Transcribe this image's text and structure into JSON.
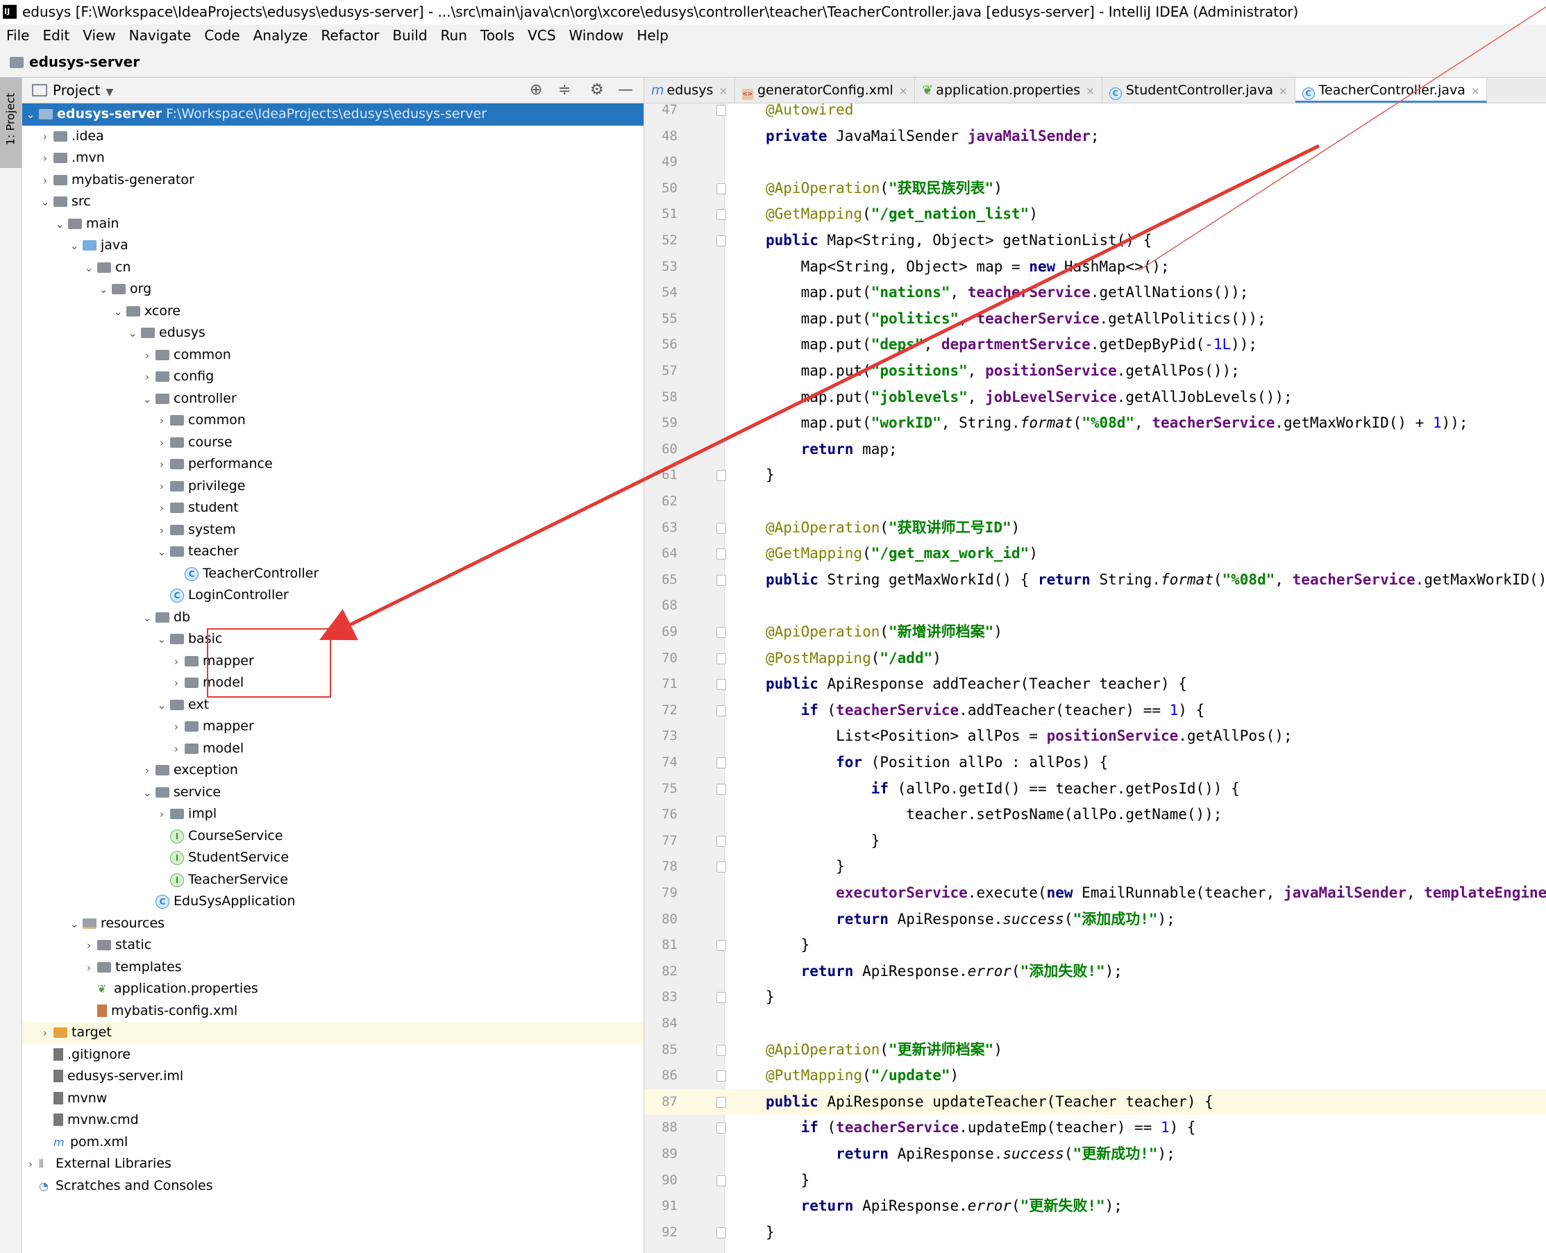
{
  "window": {
    "title": "edusys [F:\\Workspace\\IdeaProjects\\edusys\\edusys-server] - ...\\src\\main\\java\\cn\\org\\xcore\\edusys\\controller\\teacher\\TeacherController.java [edusys-server] - IntelliJ IDEA (Administrator)"
  },
  "menu": [
    "File",
    "Edit",
    "View",
    "Navigate",
    "Code",
    "Analyze",
    "Refactor",
    "Build",
    "Run",
    "Tools",
    "VCS",
    "Window",
    "Help"
  ],
  "nav": {
    "module": "edusys-server"
  },
  "sidestrip": {
    "label": "1: Project"
  },
  "project": {
    "title": "Project",
    "tree": [
      {
        "label": "edusys-server",
        "extra": "F:\\Workspace\\IdeaProjects\\edusys\\edusys-server",
        "depth": 0,
        "chev": "v",
        "icon": "module",
        "selected": true
      },
      {
        "label": ".idea",
        "depth": 1,
        "chev": ">",
        "icon": "folder"
      },
      {
        "label": ".mvn",
        "depth": 1,
        "chev": ">",
        "icon": "folder"
      },
      {
        "label": "mybatis-generator",
        "depth": 1,
        "chev": ">",
        "icon": "folder"
      },
      {
        "label": "src",
        "depth": 1,
        "chev": "v",
        "icon": "folder"
      },
      {
        "label": "main",
        "depth": 2,
        "chev": "v",
        "icon": "folder"
      },
      {
        "label": "java",
        "depth": 3,
        "chev": "v",
        "icon": "folder-blue"
      },
      {
        "label": "cn",
        "depth": 4,
        "chev": "v",
        "icon": "folder"
      },
      {
        "label": "org",
        "depth": 5,
        "chev": "v",
        "icon": "folder"
      },
      {
        "label": "xcore",
        "depth": 6,
        "chev": "v",
        "icon": "folder"
      },
      {
        "label": "edusys",
        "depth": 7,
        "chev": "v",
        "icon": "folder"
      },
      {
        "label": "common",
        "depth": 8,
        "chev": ">",
        "icon": "folder"
      },
      {
        "label": "config",
        "depth": 8,
        "chev": ">",
        "icon": "folder"
      },
      {
        "label": "controller",
        "depth": 8,
        "chev": "v",
        "icon": "folder"
      },
      {
        "label": "common",
        "depth": 9,
        "chev": ">",
        "icon": "folder"
      },
      {
        "label": "course",
        "depth": 9,
        "chev": ">",
        "icon": "folder"
      },
      {
        "label": "performance",
        "depth": 9,
        "chev": ">",
        "icon": "folder"
      },
      {
        "label": "privilege",
        "depth": 9,
        "chev": ">",
        "icon": "folder"
      },
      {
        "label": "student",
        "depth": 9,
        "chev": ">",
        "icon": "folder"
      },
      {
        "label": "system",
        "depth": 9,
        "chev": ">",
        "icon": "folder"
      },
      {
        "label": "teacher",
        "depth": 9,
        "chev": "v",
        "icon": "folder"
      },
      {
        "label": "TeacherController",
        "depth": 10,
        "chev": "",
        "icon": "class"
      },
      {
        "label": "LoginController",
        "depth": 9,
        "chev": "",
        "icon": "class"
      },
      {
        "label": "db",
        "depth": 8,
        "chev": "v",
        "icon": "folder"
      },
      {
        "label": "basic",
        "depth": 9,
        "chev": "v",
        "icon": "folder"
      },
      {
        "label": "mapper",
        "depth": 10,
        "chev": ">",
        "icon": "folder"
      },
      {
        "label": "model",
        "depth": 10,
        "chev": ">",
        "icon": "folder"
      },
      {
        "label": "ext",
        "depth": 9,
        "chev": "v",
        "icon": "folder"
      },
      {
        "label": "mapper",
        "depth": 10,
        "chev": ">",
        "icon": "folder"
      },
      {
        "label": "model",
        "depth": 10,
        "chev": ">",
        "icon": "folder"
      },
      {
        "label": "exception",
        "depth": 8,
        "chev": ">",
        "icon": "folder"
      },
      {
        "label": "service",
        "depth": 8,
        "chev": "v",
        "icon": "folder"
      },
      {
        "label": "impl",
        "depth": 9,
        "chev": ">",
        "icon": "folder"
      },
      {
        "label": "CourseService",
        "depth": 9,
        "chev": "",
        "icon": "interface"
      },
      {
        "label": "StudentService",
        "depth": 9,
        "chev": "",
        "icon": "interface"
      },
      {
        "label": "TeacherService",
        "depth": 9,
        "chev": "",
        "icon": "interface"
      },
      {
        "label": "EduSysApplication",
        "depth": 8,
        "chev": "",
        "icon": "class"
      },
      {
        "label": "resources",
        "depth": 3,
        "chev": "v",
        "icon": "folder-res"
      },
      {
        "label": "static",
        "depth": 4,
        "chev": ">",
        "icon": "folder"
      },
      {
        "label": "templates",
        "depth": 4,
        "chev": ">",
        "icon": "folder"
      },
      {
        "label": "application.properties",
        "depth": 4,
        "chev": "",
        "icon": "leaf"
      },
      {
        "label": "mybatis-config.xml",
        "depth": 4,
        "chev": "",
        "icon": "xml"
      },
      {
        "label": "target",
        "depth": 1,
        "chev": ">",
        "icon": "folder-orange",
        "hl": true
      },
      {
        "label": ".gitignore",
        "depth": 1,
        "chev": "",
        "icon": "file"
      },
      {
        "label": "edusys-server.iml",
        "depth": 1,
        "chev": "",
        "icon": "file"
      },
      {
        "label": "mvnw",
        "depth": 1,
        "chev": "",
        "icon": "file"
      },
      {
        "label": "mvnw.cmd",
        "depth": 1,
        "chev": "",
        "icon": "file"
      },
      {
        "label": "pom.xml",
        "depth": 1,
        "chev": "",
        "icon": "maven"
      },
      {
        "label": "External Libraries",
        "depth": 0,
        "chev": ">",
        "icon": "lib"
      },
      {
        "label": "Scratches and Consoles",
        "depth": 0,
        "chev": "",
        "icon": "scratch"
      }
    ]
  },
  "tabs": [
    {
      "label": "edusys",
      "icon": "m",
      "active": false
    },
    {
      "label": "generatorConfig.xml",
      "icon": "xml",
      "active": false
    },
    {
      "label": "application.properties",
      "icon": "leaf",
      "active": false
    },
    {
      "label": "StudentController.java",
      "icon": "c",
      "active": false
    },
    {
      "label": "TeacherController.java",
      "icon": "c",
      "active": true
    }
  ],
  "code": [
    {
      "n": "47",
      "s": [
        [
          "ann",
          "@Autowired"
        ]
      ]
    },
    {
      "n": "48",
      "s": [
        [
          "kw",
          "private "
        ],
        [
          "",
          "JavaMailSender "
        ],
        [
          "fld",
          "javaMailSender"
        ],
        [
          "",
          ";"
        ]
      ]
    },
    {
      "n": "49",
      "s": []
    },
    {
      "n": "50",
      "s": [
        [
          "ann",
          "@ApiOperation"
        ],
        [
          "",
          "("
        ],
        [
          "str",
          "\"获取民族列表\""
        ],
        [
          "",
          ")"
        ]
      ]
    },
    {
      "n": "51",
      "s": [
        [
          "ann",
          "@GetMapping"
        ],
        [
          "",
          "("
        ],
        [
          "str",
          "\"/get_nation_list\""
        ],
        [
          "",
          ")"
        ]
      ]
    },
    {
      "n": "52",
      "s": [
        [
          "kw",
          "public "
        ],
        [
          "",
          "Map<String, Object> getNationList() {"
        ]
      ]
    },
    {
      "n": "53",
      "s": [
        [
          "",
          "    Map<String, Object> map = "
        ],
        [
          "kw",
          "new "
        ],
        [
          "",
          "HashMap<>();"
        ]
      ]
    },
    {
      "n": "54",
      "s": [
        [
          "",
          "    map.put("
        ],
        [
          "str",
          "\"nations\""
        ],
        [
          "",
          ", "
        ],
        [
          "fld",
          "teacherService"
        ],
        [
          "",
          ".getAllNations());"
        ]
      ]
    },
    {
      "n": "55",
      "s": [
        [
          "",
          "    map.put("
        ],
        [
          "str",
          "\"politics\""
        ],
        [
          "",
          ", "
        ],
        [
          "fld",
          "teacherService"
        ],
        [
          "",
          ".getAllPolitics());"
        ]
      ]
    },
    {
      "n": "56",
      "s": [
        [
          "",
          "    map.put("
        ],
        [
          "str",
          "\"deps\""
        ],
        [
          "",
          ", "
        ],
        [
          "fld",
          "departmentService"
        ],
        [
          "",
          ".getDepByPid("
        ],
        [
          "num",
          "-1L"
        ],
        [
          "",
          "));"
        ]
      ]
    },
    {
      "n": "57",
      "s": [
        [
          "",
          "    map.put("
        ],
        [
          "str",
          "\"positions\""
        ],
        [
          "",
          ", "
        ],
        [
          "fld",
          "positionService"
        ],
        [
          "",
          ".getAllPos());"
        ]
      ]
    },
    {
      "n": "58",
      "s": [
        [
          "",
          "    map.put("
        ],
        [
          "str",
          "\"joblevels\""
        ],
        [
          "",
          ", "
        ],
        [
          "fld",
          "jobLevelService"
        ],
        [
          "",
          ".getAllJobLevels());"
        ]
      ]
    },
    {
      "n": "59",
      "s": [
        [
          "",
          "    map.put("
        ],
        [
          "str",
          "\"workID\""
        ],
        [
          "",
          ", String."
        ],
        [
          "it",
          "format"
        ],
        [
          "",
          "("
        ],
        [
          "str",
          "\"%08d\""
        ],
        [
          "",
          ", "
        ],
        [
          "fld",
          "teacherService"
        ],
        [
          "",
          ".getMaxWorkID() + "
        ],
        [
          "num",
          "1"
        ],
        [
          "",
          "));"
        ]
      ]
    },
    {
      "n": "60",
      "s": [
        [
          "kw",
          "    return "
        ],
        [
          "",
          "map;"
        ]
      ]
    },
    {
      "n": "61",
      "s": [
        [
          "",
          "}"
        ]
      ]
    },
    {
      "n": "62",
      "s": []
    },
    {
      "n": "63",
      "s": [
        [
          "ann",
          "@ApiOperation"
        ],
        [
          "",
          "("
        ],
        [
          "str",
          "\"获取讲师工号ID\""
        ],
        [
          "",
          ")"
        ]
      ]
    },
    {
      "n": "64",
      "s": [
        [
          "ann",
          "@GetMapping"
        ],
        [
          "",
          "("
        ],
        [
          "str",
          "\"/get_max_work_id\""
        ],
        [
          "",
          ")"
        ]
      ]
    },
    {
      "n": "65",
      "s": [
        [
          "kw",
          "public "
        ],
        [
          "",
          "String getMaxWorkId() { "
        ],
        [
          "kw",
          "return "
        ],
        [
          "",
          "String."
        ],
        [
          "it",
          "format"
        ],
        [
          "",
          "("
        ],
        [
          "str",
          "\"%08d\""
        ],
        [
          "",
          ", "
        ],
        [
          "fld",
          "teacherService"
        ],
        [
          "",
          ".getMaxWorkID() +"
        ]
      ]
    },
    {
      "n": "68",
      "s": []
    },
    {
      "n": "69",
      "s": [
        [
          "ann",
          "@ApiOperation"
        ],
        [
          "",
          "("
        ],
        [
          "str",
          "\"新增讲师档案\""
        ],
        [
          "",
          ")"
        ]
      ]
    },
    {
      "n": "70",
      "s": [
        [
          "ann",
          "@PostMapping"
        ],
        [
          "",
          "("
        ],
        [
          "str",
          "\"/add\""
        ],
        [
          "",
          ")"
        ]
      ]
    },
    {
      "n": "71",
      "s": [
        [
          "kw",
          "public "
        ],
        [
          "",
          "ApiResponse addTeacher(Teacher teacher) {"
        ]
      ]
    },
    {
      "n": "72",
      "s": [
        [
          "kw",
          "    if "
        ],
        [
          "",
          "("
        ],
        [
          "fld",
          "teacherService"
        ],
        [
          "",
          ".addTeacher(teacher) == "
        ],
        [
          "num",
          "1"
        ],
        [
          "",
          ") {"
        ]
      ]
    },
    {
      "n": "73",
      "s": [
        [
          "",
          "        List<Position> allPos = "
        ],
        [
          "fld",
          "positionService"
        ],
        [
          "",
          ".getAllPos();"
        ]
      ]
    },
    {
      "n": "74",
      "s": [
        [
          "kw",
          "        for "
        ],
        [
          "",
          "(Position allPo : allPos) {"
        ]
      ]
    },
    {
      "n": "75",
      "s": [
        [
          "kw",
          "            if "
        ],
        [
          "",
          "(allPo.getId() == teacher.getPosId()) {"
        ]
      ]
    },
    {
      "n": "76",
      "s": [
        [
          "",
          "                teacher.setPosName(allPo.getName());"
        ]
      ]
    },
    {
      "n": "77",
      "s": [
        [
          "",
          "            }"
        ]
      ]
    },
    {
      "n": "78",
      "s": [
        [
          "",
          "        }"
        ]
      ]
    },
    {
      "n": "79",
      "s": [
        [
          "fld",
          "        executorService"
        ],
        [
          "",
          ".execute("
        ],
        [
          "kw",
          "new "
        ],
        [
          "",
          "EmailRunnable(teacher, "
        ],
        [
          "fld",
          "javaMailSender"
        ],
        [
          "",
          ", "
        ],
        [
          "fld",
          "templateEngine"
        ],
        [
          "",
          ")"
        ]
      ]
    },
    {
      "n": "80",
      "s": [
        [
          "kw",
          "        return "
        ],
        [
          "",
          "ApiResponse."
        ],
        [
          "it",
          "success"
        ],
        [
          "",
          "("
        ],
        [
          "str",
          "\"添加成功!\""
        ],
        [
          "",
          ");"
        ]
      ]
    },
    {
      "n": "81",
      "s": [
        [
          "",
          "    }"
        ]
      ]
    },
    {
      "n": "82",
      "s": [
        [
          "kw",
          "    return "
        ],
        [
          "",
          "ApiResponse."
        ],
        [
          "it",
          "error"
        ],
        [
          "",
          "("
        ],
        [
          "str",
          "\"添加失败!\""
        ],
        [
          "",
          ");"
        ]
      ]
    },
    {
      "n": "83",
      "s": [
        [
          "",
          "}"
        ]
      ]
    },
    {
      "n": "84",
      "s": []
    },
    {
      "n": "85",
      "s": [
        [
          "ann",
          "@ApiOperation"
        ],
        [
          "",
          "("
        ],
        [
          "str",
          "\"更新讲师档案\""
        ],
        [
          "",
          ")"
        ]
      ]
    },
    {
      "n": "86",
      "s": [
        [
          "ann",
          "@PutMapping"
        ],
        [
          "",
          "("
        ],
        [
          "str",
          "\"/update\""
        ],
        [
          "",
          ")"
        ]
      ]
    },
    {
      "n": "87",
      "s": [
        [
          "kw",
          "public "
        ],
        [
          "",
          "ApiResponse updateTeacher(Teacher teacher) {"
        ]
      ],
      "cur": true
    },
    {
      "n": "88",
      "s": [
        [
          "kw",
          "    if "
        ],
        [
          "",
          "("
        ],
        [
          "fld",
          "teacherService"
        ],
        [
          "",
          ".updateEmp(teacher) == "
        ],
        [
          "num",
          "1"
        ],
        [
          "",
          ") {"
        ]
      ]
    },
    {
      "n": "89",
      "s": [
        [
          "kw",
          "        return "
        ],
        [
          "",
          "ApiResponse."
        ],
        [
          "it",
          "success"
        ],
        [
          "",
          "("
        ],
        [
          "str",
          "\"更新成功!\""
        ],
        [
          "",
          ");"
        ]
      ]
    },
    {
      "n": "90",
      "s": [
        [
          "",
          "    }"
        ]
      ]
    },
    {
      "n": "91",
      "s": [
        [
          "kw",
          "    return "
        ],
        [
          "",
          "ApiResponse."
        ],
        [
          "it",
          "error"
        ],
        [
          "",
          "("
        ],
        [
          "str",
          "\"更新失败!\""
        ],
        [
          "",
          ");"
        ]
      ]
    },
    {
      "n": "92",
      "s": [
        [
          "",
          "}"
        ]
      ]
    }
  ],
  "colors": {
    "annotation": "#e53935",
    "selection": "#2675bf",
    "accent": "#4a88c7"
  }
}
